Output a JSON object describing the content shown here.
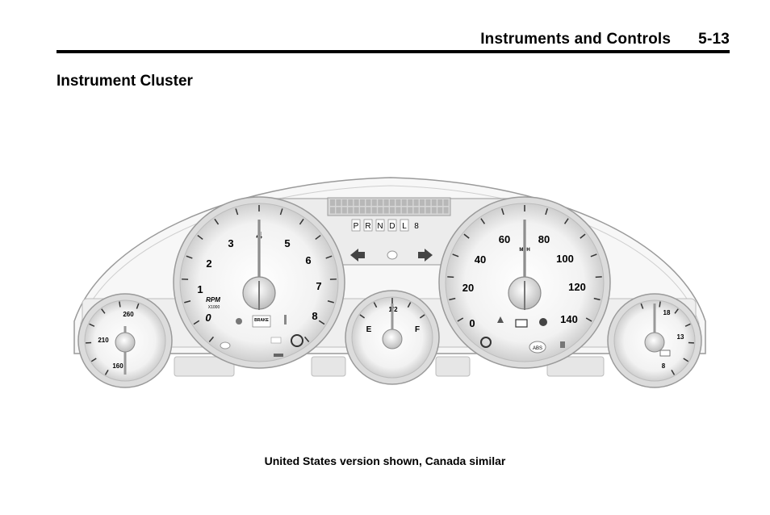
{
  "header": {
    "section": "Instruments and Controls",
    "page_number": "5-13"
  },
  "title": "Instrument Cluster",
  "caption": "United States version shown, Canada similar",
  "cluster": {
    "tachometer": {
      "numbers": [
        "0",
        "1",
        "2",
        "3",
        "4",
        "5",
        "6",
        "7",
        "8"
      ],
      "unit": "RPM",
      "multiplier": "X1000",
      "brake": "BRAKE"
    },
    "transmission": {
      "gears": [
        "P",
        "R",
        "N",
        "D",
        "L",
        "8"
      ]
    },
    "fuel": {
      "empty": "E",
      "full": "F",
      "mid": "1/2"
    },
    "speedometer": {
      "numbers": [
        "0",
        "20",
        "40",
        "60",
        "80",
        "100",
        "120",
        "140"
      ],
      "unit": "MPH"
    },
    "temperature": {
      "labels": [
        "260",
        "210",
        "160"
      ]
    },
    "voltage": {
      "labels": [
        "18",
        "13",
        "8"
      ]
    },
    "abs": "ABS"
  }
}
